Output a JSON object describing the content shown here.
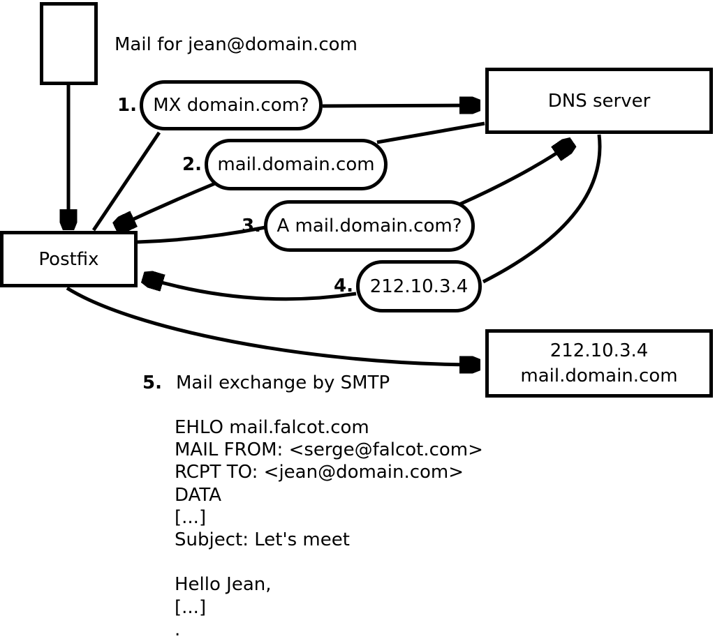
{
  "diagram": {
    "title": "Mail for jean@domain.com",
    "nodes": {
      "postfix": "Postfix",
      "dns_server": "DNS server",
      "mail_server_line1": "212.10.3.4",
      "mail_server_line2": "mail.domain.com"
    },
    "steps": [
      {
        "num": "1.",
        "label": "MX domain.com?"
      },
      {
        "num": "2.",
        "label": "mail.domain.com"
      },
      {
        "num": "3.",
        "label": "A mail.domain.com?"
      },
      {
        "num": "4.",
        "label": "212.10.3.4"
      },
      {
        "num": "5.",
        "label": "Mail exchange by SMTP"
      }
    ],
    "smtp_session": {
      "lines": [
        "EHLO mail.falcot.com",
        "MAIL FROM: <serge@falcot.com>",
        "RCPT TO: <jean@domain.com>",
        "DATA",
        "[...]",
        "Subject: Let's meet",
        "",
        "Hello Jean,",
        "[...]",
        "."
      ]
    },
    "colors": {
      "ink": "#000000",
      "background": "#ffffff"
    }
  }
}
